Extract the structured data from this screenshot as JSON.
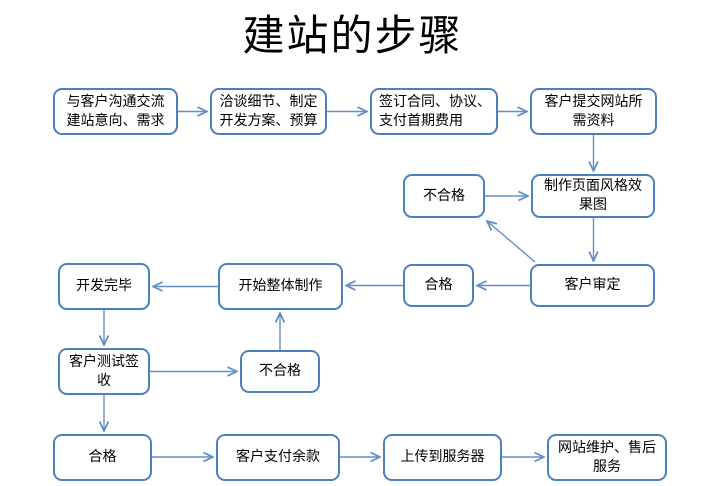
{
  "title": "建站的步骤",
  "colors": {
    "box_border": "#4E80BC",
    "arrow": "#6290C9",
    "text": "#000000",
    "background": "#FFFFFF"
  },
  "nodes": [
    {
      "id": "communicate",
      "label": "与客户沟通交流\n建站意向、需求"
    },
    {
      "id": "negotiate",
      "label": "洽谈细节、制定\n开发方案、预算"
    },
    {
      "id": "sign-contract",
      "label": "签订合同、协议、\n支付首期费用"
    },
    {
      "id": "submit-materials",
      "label": "客户提交网站所\n需资料"
    },
    {
      "id": "style-unqualified",
      "label": "不合格"
    },
    {
      "id": "make-style-mockup",
      "label": "制作页面风格效\n果图"
    },
    {
      "id": "dev-complete",
      "label": "开发完毕"
    },
    {
      "id": "start-production",
      "label": "开始整体制作"
    },
    {
      "id": "style-qualified",
      "label": "合格"
    },
    {
      "id": "client-review",
      "label": "客户审定"
    },
    {
      "id": "client-test-signoff",
      "label": "客户测试签\n收"
    },
    {
      "id": "test-unqualified",
      "label": "不合格"
    },
    {
      "id": "test-qualified",
      "label": "合格"
    },
    {
      "id": "pay-balance",
      "label": "客户支付余款"
    },
    {
      "id": "upload-server",
      "label": "上传到服务器"
    },
    {
      "id": "maintenance-aftersales",
      "label": "网站维护、售后\n服务"
    }
  ],
  "edges": [
    {
      "from": "communicate",
      "to": "negotiate"
    },
    {
      "from": "negotiate",
      "to": "sign-contract"
    },
    {
      "from": "sign-contract",
      "to": "submit-materials"
    },
    {
      "from": "submit-materials",
      "to": "make-style-mockup"
    },
    {
      "from": "style-unqualified",
      "to": "make-style-mockup"
    },
    {
      "from": "make-style-mockup",
      "to": "client-review"
    },
    {
      "from": "client-review",
      "to": "style-qualified"
    },
    {
      "from": "style-qualified",
      "to": "start-production"
    },
    {
      "from": "start-production",
      "to": "dev-complete"
    },
    {
      "from": "client-review",
      "to": "style-unqualified"
    },
    {
      "from": "dev-complete",
      "to": "client-test-signoff"
    },
    {
      "from": "client-test-signoff",
      "to": "test-unqualified"
    },
    {
      "from": "test-unqualified",
      "to": "start-production"
    },
    {
      "from": "client-test-signoff",
      "to": "test-qualified"
    },
    {
      "from": "test-qualified",
      "to": "pay-balance"
    },
    {
      "from": "pay-balance",
      "to": "upload-server"
    },
    {
      "from": "upload-server",
      "to": "maintenance-aftersales"
    }
  ]
}
